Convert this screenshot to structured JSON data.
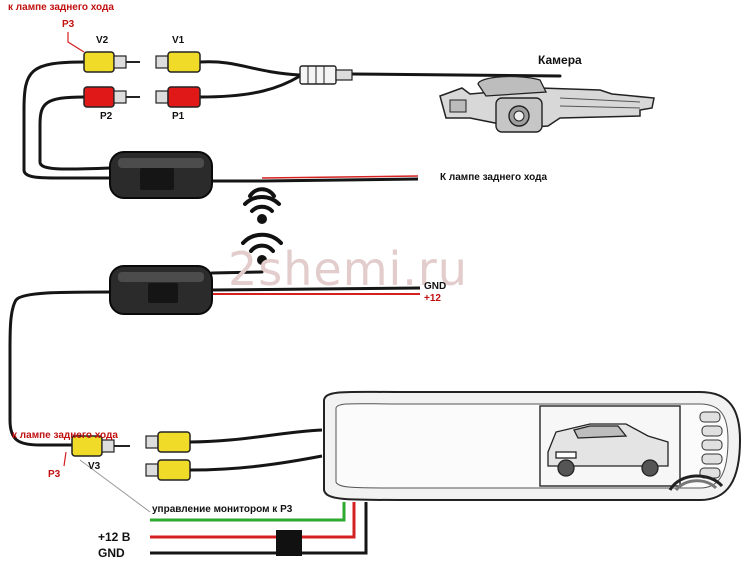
{
  "watermark": "2shemi.ru",
  "labels": {
    "top_lamp": "к лампе заднего хода",
    "p3_top": "P3",
    "v2": "V2",
    "v1": "V1",
    "p2": "P2",
    "p1": "P1",
    "camera": "Камера",
    "lamp_right": "К лампе заднего хода",
    "gnd_mid": "GND",
    "plus12_mid": "+12",
    "lamp_left": "к лампе заднего хода",
    "v3": "V3",
    "p3_bottom": "P3",
    "monitor_control": "управление монитором к Р3",
    "plus12_bottom": "+12 В",
    "gnd_bottom": "GND"
  },
  "colors": {
    "cable": "#151515",
    "wire_red": "#d42020",
    "wire_green": "#2eaa2e",
    "rca_yellow": "#f0dc28",
    "rca_red": "#e01818",
    "label_red": "#c01010"
  }
}
